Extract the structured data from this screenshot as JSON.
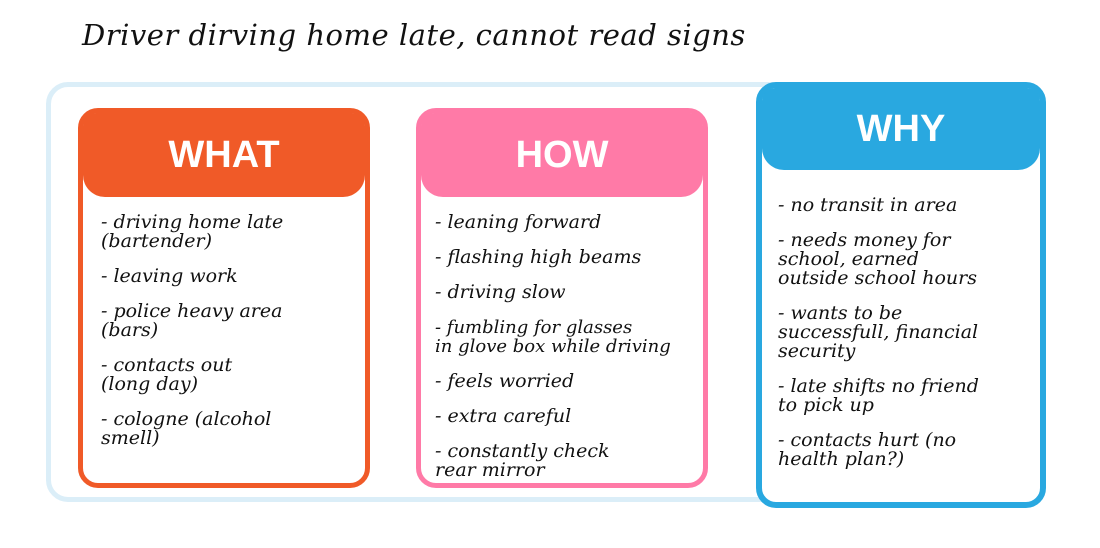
{
  "title": "Driver dirving home late, cannot read signs",
  "colors": {
    "what": "#f05a28",
    "how": "#ff7aa7",
    "why": "#29a8e0",
    "frame": "#dbeef8"
  },
  "what": {
    "header": "WHAT",
    "items": [
      [
        "- driving home late",
        "(bartender)"
      ],
      [
        "- leaving work"
      ],
      [
        "- police heavy area",
        "(bars)"
      ],
      [
        "- contacts out",
        "(long day)"
      ],
      [
        "- cologne (alcohol",
        "smell)"
      ]
    ]
  },
  "how": {
    "header": "HOW",
    "items": [
      [
        "- leaning forward"
      ],
      [
        "- flashing high beams"
      ],
      [
        "- driving slow"
      ],
      [
        "- fumbling for glasses",
        "in glove box while driving"
      ],
      [
        "- feels worried"
      ],
      [
        "- extra careful"
      ],
      [
        "- constantly check",
        "rear mirror"
      ]
    ]
  },
  "why": {
    "header": "WHY",
    "items": [
      [
        "- no transit in area"
      ],
      [
        "- needs money for",
        "school, earned",
        "outside school hours"
      ],
      [
        "- wants to be",
        "successfull, financial",
        "security"
      ],
      [
        "- late shifts no friend",
        "to pick up"
      ],
      [
        "- contacts hurt (no",
        "health plan?)"
      ]
    ]
  }
}
